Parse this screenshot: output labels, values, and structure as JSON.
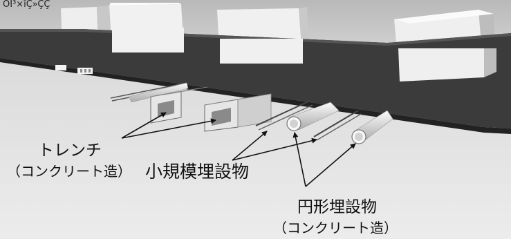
{
  "header": {
    "partial_caption": "ÓÌ³×îÇ»ÇÇ"
  },
  "labels": {
    "trench": "トレンチ",
    "trench_sub": "（コンクリート造）",
    "small_buried": "小規模埋設物",
    "circular_buried": "円形埋設物",
    "circular_sub": "（コンクリート造）"
  },
  "colors": {
    "ground": "#e4e4e4",
    "slab": "#3a3a3a",
    "box": "#ededed",
    "arrow": "#111111"
  }
}
